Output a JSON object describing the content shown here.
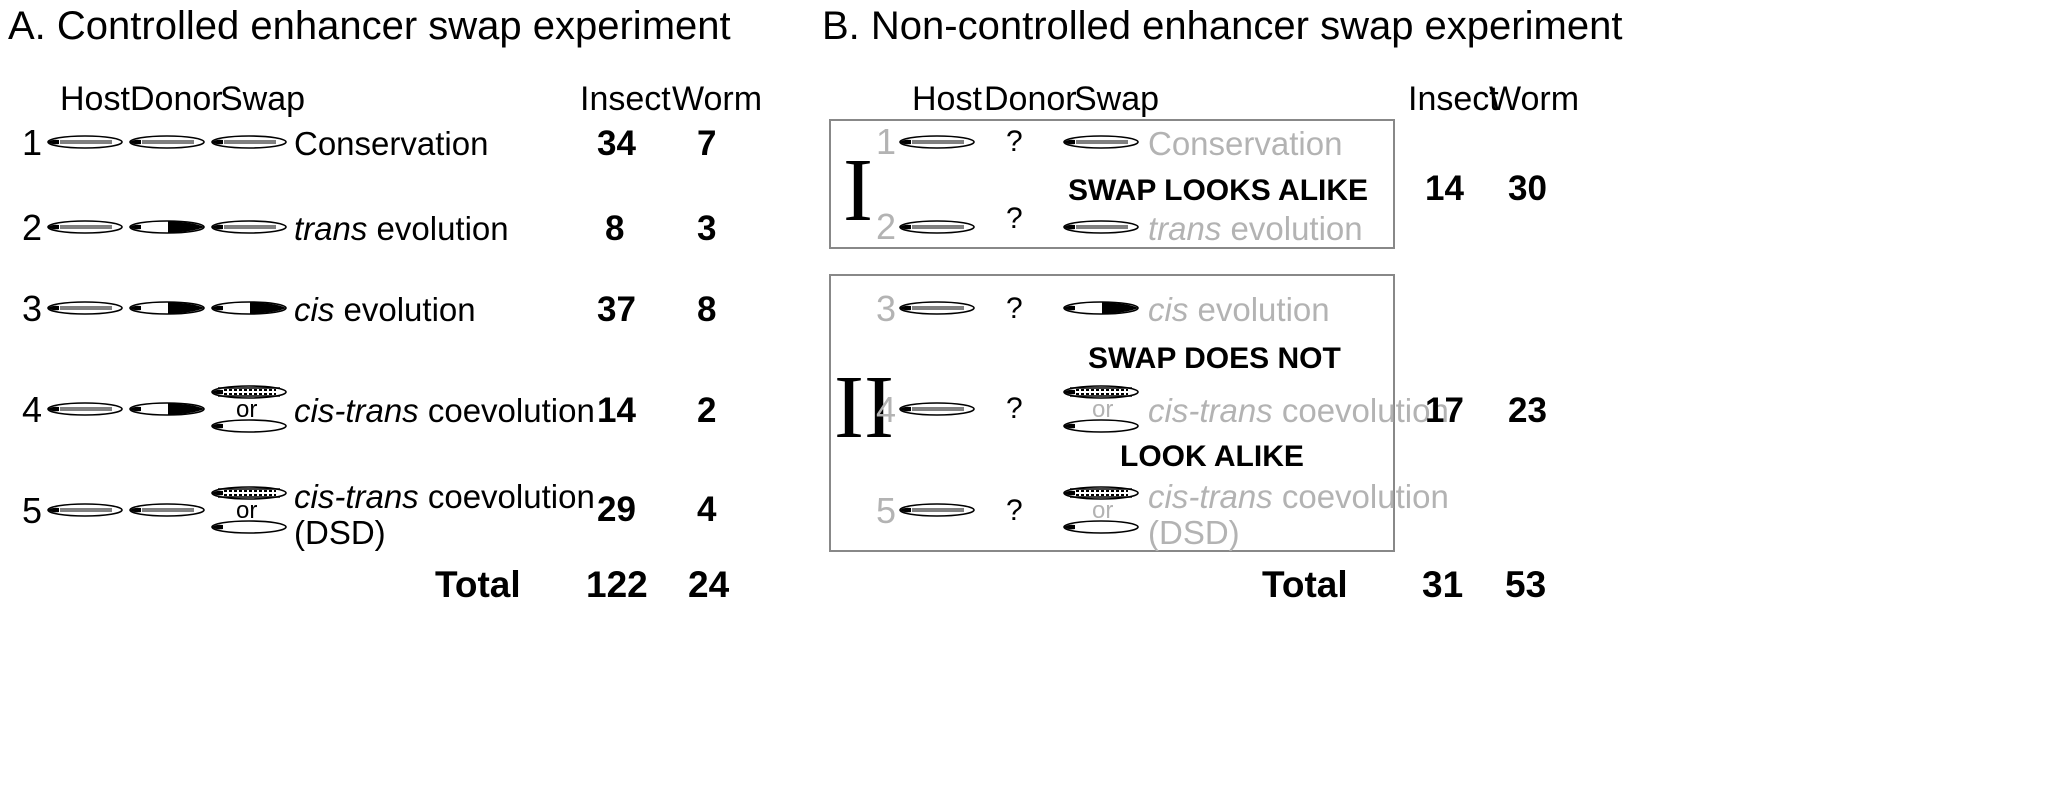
{
  "panel_a": {
    "title": "A.  Controlled enhancer swap experiment",
    "headers": {
      "host": "Host",
      "donor": "Donor",
      "swap": "Swap",
      "insect": "Insect",
      "worm": "Worm"
    },
    "rows": [
      {
        "num": "1",
        "label_em": "",
        "label": "Conservation",
        "label2": "",
        "insect": "34",
        "worm": "7"
      },
      {
        "num": "2",
        "label_em": "trans",
        "label": " evolution",
        "label2": "",
        "insect": "8",
        "worm": "3"
      },
      {
        "num": "3",
        "label_em": "cis",
        "label": " evolution",
        "label2": "",
        "insect": "37",
        "worm": "8"
      },
      {
        "num": "4",
        "label_em": "cis-trans",
        "label": " coevolution",
        "label2": "",
        "insect": "14",
        "worm": "2"
      },
      {
        "num": "5",
        "label_em": "cis-trans",
        "label": " coevolution",
        "label2": "(DSD)",
        "insect": "29",
        "worm": "4"
      }
    ],
    "or_text": "or",
    "total_label": "Total",
    "total_insect": "122",
    "total_worm": "24"
  },
  "panel_b": {
    "title": "B.  Non-controlled enhancer swap experiment",
    "headers": {
      "host": "Host",
      "donor": "Donor",
      "swap": "Swap",
      "insect": "Insect",
      "worm": "Worm"
    },
    "group1": {
      "roman": "I",
      "caption": "SWAP LOOKS ALIKE",
      "insect": "14",
      "worm": "30"
    },
    "group2": {
      "roman": "II",
      "caption_top": "SWAP DOES NOT",
      "caption_bottom": "LOOK ALIKE",
      "insect": "17",
      "worm": "23"
    },
    "rows": [
      {
        "num": "1",
        "donor": "?",
        "label_em": "",
        "label": "Conservation",
        "label2": ""
      },
      {
        "num": "2",
        "donor": "?",
        "label_em": "trans",
        "label": " evolution",
        "label2": ""
      },
      {
        "num": "3",
        "donor": "?",
        "label_em": "cis",
        "label": " evolution",
        "label2": ""
      },
      {
        "num": "4",
        "donor": "?",
        "label_em": "cis-trans",
        "label": " coevolution",
        "label2": ""
      },
      {
        "num": "5",
        "donor": "?",
        "label_em": "cis-trans",
        "label": " coevolution",
        "label2": "(DSD)"
      }
    ],
    "or_text": "or",
    "total_label": "Total",
    "total_insect": "31",
    "total_worm": "53"
  },
  "colors": {
    "box_border": "#888888",
    "faded_text": "#b3b3b3",
    "ink": "#000000"
  }
}
